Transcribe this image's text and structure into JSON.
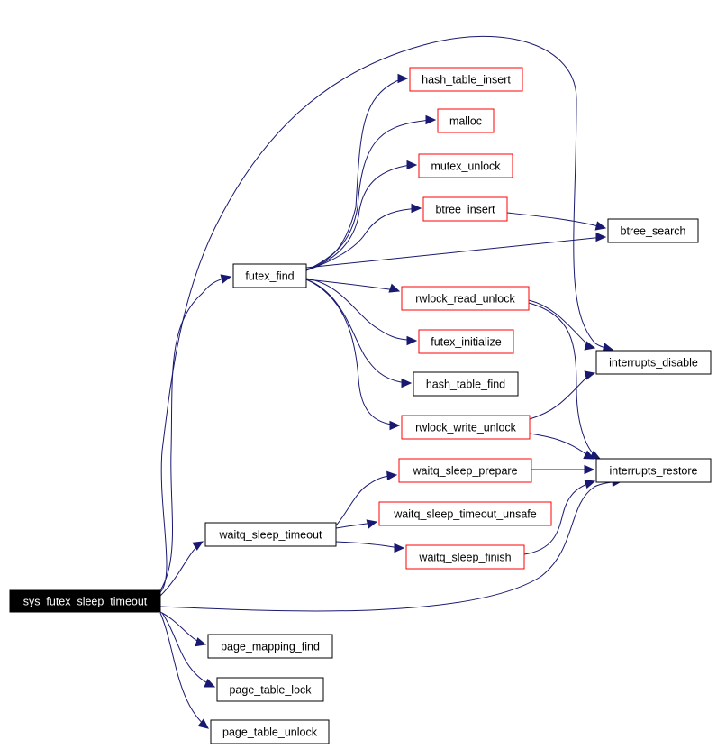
{
  "diagram": {
    "colors": {
      "edge": "#191970",
      "external_border": "#ff0000",
      "node_border": "#000000",
      "root_fill": "#000000",
      "root_text": "#ffffff"
    },
    "nodes": {
      "sys_futex_sleep_timeout": {
        "label": "sys_futex_sleep_timeout",
        "style": "root"
      },
      "futex_find": {
        "label": "futex_find",
        "style": "normal"
      },
      "waitq_sleep_timeout": {
        "label": "waitq_sleep_timeout",
        "style": "normal"
      },
      "page_mapping_find": {
        "label": "page_mapping_find",
        "style": "normal"
      },
      "page_table_lock": {
        "label": "page_table_lock",
        "style": "normal"
      },
      "page_table_unlock": {
        "label": "page_table_unlock",
        "style": "normal"
      },
      "hash_table_insert": {
        "label": "hash_table_insert",
        "style": "external"
      },
      "malloc": {
        "label": "malloc",
        "style": "external"
      },
      "mutex_unlock": {
        "label": "mutex_unlock",
        "style": "external"
      },
      "btree_insert": {
        "label": "btree_insert",
        "style": "external"
      },
      "btree_search": {
        "label": "btree_search",
        "style": "normal"
      },
      "rwlock_read_unlock": {
        "label": "rwlock_read_unlock",
        "style": "external"
      },
      "futex_initialize": {
        "label": "futex_initialize",
        "style": "external"
      },
      "hash_table_find": {
        "label": "hash_table_find",
        "style": "normal"
      },
      "rwlock_write_unlock": {
        "label": "rwlock_write_unlock",
        "style": "external"
      },
      "interrupts_disable": {
        "label": "interrupts_disable",
        "style": "normal"
      },
      "interrupts_restore": {
        "label": "interrupts_restore",
        "style": "normal"
      },
      "waitq_sleep_prepare": {
        "label": "waitq_sleep_prepare",
        "style": "external"
      },
      "waitq_sleep_timeout_unsafe": {
        "label": "waitq_sleep_timeout_unsafe",
        "style": "external"
      },
      "waitq_sleep_finish": {
        "label": "waitq_sleep_finish",
        "style": "external"
      }
    },
    "edges": [
      {
        "from": "sys_futex_sleep_timeout",
        "to": "futex_find"
      },
      {
        "from": "sys_futex_sleep_timeout",
        "to": "interrupts_disable"
      },
      {
        "from": "sys_futex_sleep_timeout",
        "to": "interrupts_restore"
      },
      {
        "from": "sys_futex_sleep_timeout",
        "to": "waitq_sleep_timeout"
      },
      {
        "from": "sys_futex_sleep_timeout",
        "to": "page_mapping_find"
      },
      {
        "from": "sys_futex_sleep_timeout",
        "to": "page_table_lock"
      },
      {
        "from": "sys_futex_sleep_timeout",
        "to": "page_table_unlock"
      },
      {
        "from": "futex_find",
        "to": "hash_table_insert"
      },
      {
        "from": "futex_find",
        "to": "malloc"
      },
      {
        "from": "futex_find",
        "to": "mutex_unlock"
      },
      {
        "from": "futex_find",
        "to": "btree_insert"
      },
      {
        "from": "futex_find",
        "to": "btree_search"
      },
      {
        "from": "futex_find",
        "to": "rwlock_read_unlock"
      },
      {
        "from": "futex_find",
        "to": "futex_initialize"
      },
      {
        "from": "futex_find",
        "to": "hash_table_find"
      },
      {
        "from": "futex_find",
        "to": "rwlock_write_unlock"
      },
      {
        "from": "btree_insert",
        "to": "btree_search"
      },
      {
        "from": "rwlock_read_unlock",
        "to": "interrupts_disable"
      },
      {
        "from": "rwlock_read_unlock",
        "to": "interrupts_restore"
      },
      {
        "from": "rwlock_write_unlock",
        "to": "interrupts_disable"
      },
      {
        "from": "rwlock_write_unlock",
        "to": "interrupts_restore"
      },
      {
        "from": "waitq_sleep_timeout",
        "to": "waitq_sleep_prepare"
      },
      {
        "from": "waitq_sleep_timeout",
        "to": "waitq_sleep_timeout_unsafe"
      },
      {
        "from": "waitq_sleep_timeout",
        "to": "waitq_sleep_finish"
      },
      {
        "from": "waitq_sleep_prepare",
        "to": "interrupts_restore"
      },
      {
        "from": "waitq_sleep_finish",
        "to": "interrupts_restore"
      }
    ]
  }
}
